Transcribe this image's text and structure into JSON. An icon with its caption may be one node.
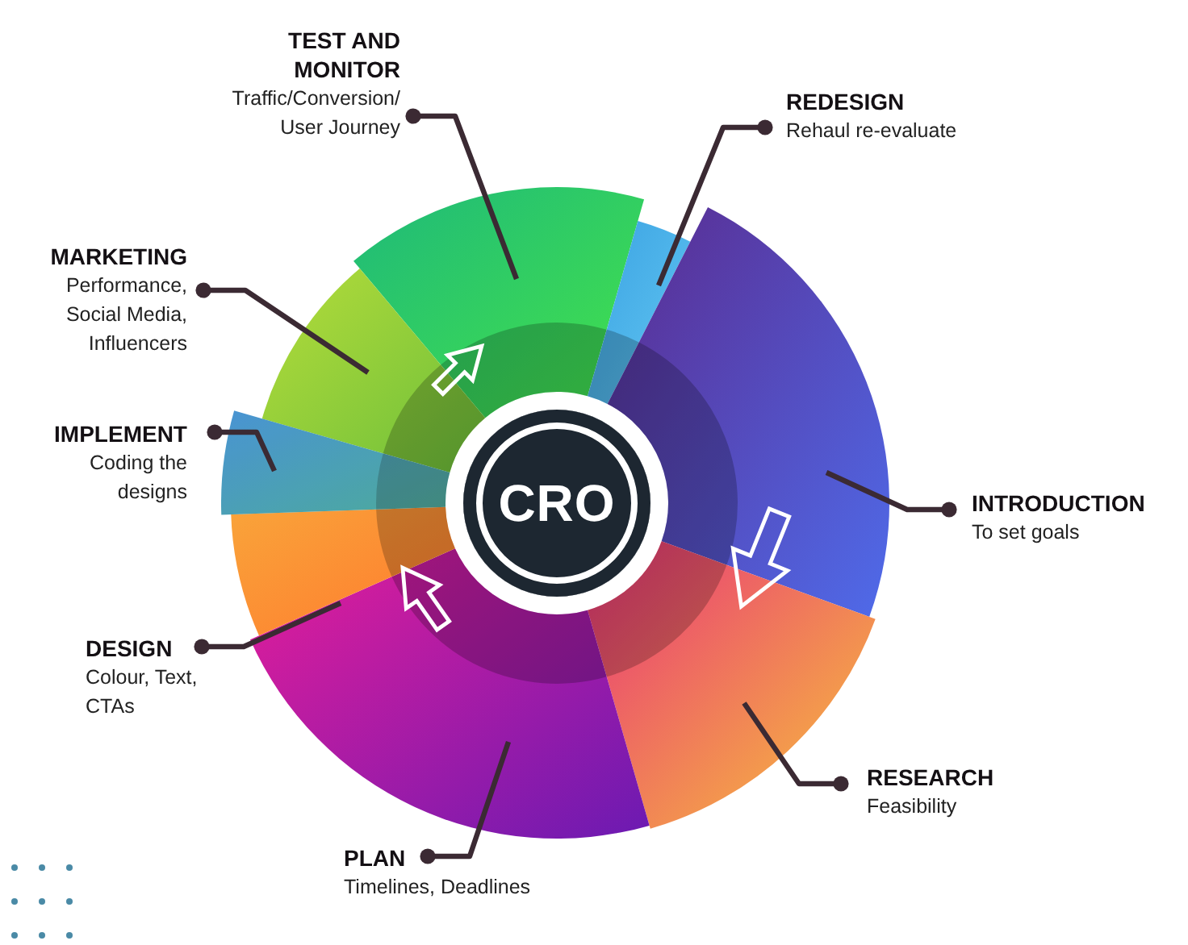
{
  "diagram": {
    "nodes": [
      {
        "text": [
          "TEST AND MONITOR",
          "Traffic/Conversion/ User Journey"
        ]
      },
      {
        "text": [
          "REDESIGN",
          "Rehaul re-evaluate"
        ]
      },
      {
        "text": [
          "MARKETING",
          "Performance, Social Media, Influencers"
        ]
      },
      {
        "text": [
          "IMPLEMENT",
          "Coding the designs"
        ]
      },
      {
        "text": [
          "CRO"
        ]
      },
      {
        "text": [
          "INTRODUCTION",
          "To set goals"
        ]
      },
      {
        "text": [
          "DESIGN",
          "Colour, Text, CTAs"
        ]
      },
      {
        "text": [
          "RESEARCH",
          "Feasibility"
        ]
      },
      {
        "text": [
          "PLAN",
          "Timelines, Deadlines"
        ]
      },
      {
        "text": [],
        "shape": "sector"
      },
      {
        "text": [],
        "shape": "sector"
      },
      {
        "text": [],
        "shape": "sector"
      },
      {
        "text": [],
        "shape": "sector"
      },
      {
        "text": [],
        "shape": "sector"
      },
      {
        "text": [],
        "shape": "sector"
      },
      {
        "text": [],
        "shape": "sector"
      },
      {
        "text": [],
        "shape": "sector"
      }
    ],
    "edges": [
      {
        "from": 0,
        "to": 9,
        "arrow": "other"
      },
      {
        "from": 1,
        "to": 10,
        "arrow": "other"
      },
      {
        "from": 2,
        "to": 11,
        "arrow": "other"
      },
      {
        "from": 3,
        "to": 12,
        "arrow": "other"
      },
      {
        "from": 5,
        "to": 13,
        "arrow": "other"
      },
      {
        "from": 6,
        "to": 14,
        "arrow": "other"
      },
      {
        "from": 7,
        "to": 15,
        "arrow": "other"
      },
      {
        "from": 8,
        "to": 16,
        "arrow": "other"
      }
    ]
  }
}
